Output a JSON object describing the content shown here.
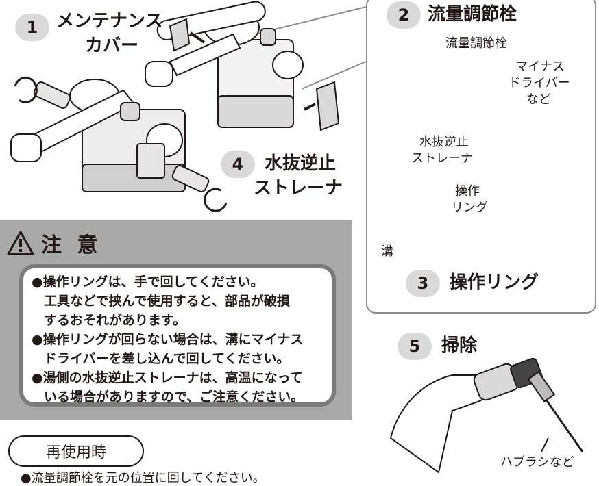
{
  "steps": [
    {
      "num": "1",
      "title_lines": [
        "メンテナンス",
        "カバー"
      ]
    },
    {
      "num": "2",
      "title": "流量調節栓"
    },
    {
      "num": "3",
      "title": "操作リング"
    },
    {
      "num": "4",
      "title_lines": [
        "水抜逆止",
        "ストレーナ"
      ]
    },
    {
      "num": "5",
      "title": "掃除"
    }
  ],
  "labels": {
    "flow_valve": "流量調節栓",
    "screwdriver_lines": [
      "マイナス",
      "ドライバー",
      "など"
    ],
    "strainer_lines": [
      "水抜逆止",
      "ストレーナ"
    ],
    "ring_lines": [
      "操作",
      "リング"
    ],
    "groove": "溝",
    "toothbrush": "ハブラシなど"
  },
  "caution": {
    "title": "注 意",
    "items": [
      {
        "first": "●操作リングは、手で回してください。",
        "rest": [
          "工具などで挟んで使用すると、部品が破損",
          "するおそれがあります。"
        ]
      },
      {
        "first": "●操作リングが回らない場合は、溝にマイナス",
        "rest": [
          "ドライバーを差し込んで回してください。"
        ]
      },
      {
        "first": "●湯側の水抜逆止ストレーナは、高温になって",
        "rest": [
          "いる場合がありますので、ご注意ください。"
        ]
      }
    ]
  },
  "reuse": {
    "label": "再使用時",
    "note": "●流量調節栓を元の位置に回してください。"
  }
}
